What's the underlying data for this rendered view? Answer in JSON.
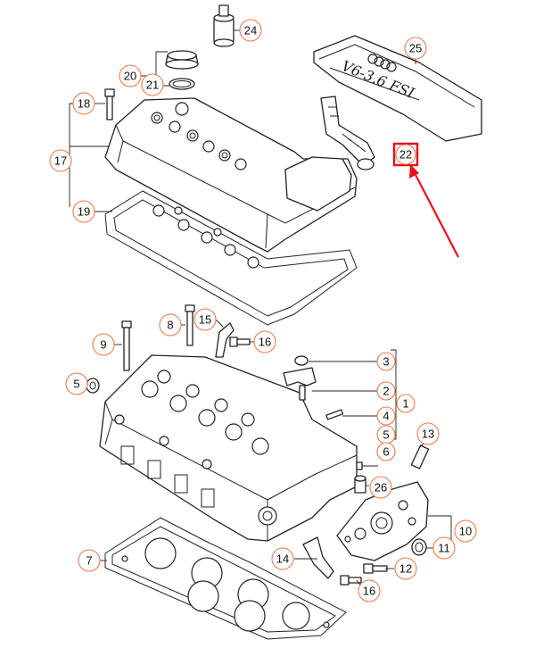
{
  "diagram": {
    "engine_cover_marking": "V6-3.6 FSI",
    "highlight_color": "#e8101a",
    "callout_ring_color": "#f07a4a",
    "callouts": [
      {
        "id": "c24",
        "label": "24"
      },
      {
        "id": "c25",
        "label": "25"
      },
      {
        "id": "c20",
        "label": "20"
      },
      {
        "id": "c21",
        "label": "21"
      },
      {
        "id": "c18",
        "label": "18"
      },
      {
        "id": "c17",
        "label": "17"
      },
      {
        "id": "c22",
        "label": "22"
      },
      {
        "id": "c19",
        "label": "19"
      },
      {
        "id": "c8",
        "label": "8"
      },
      {
        "id": "c15",
        "label": "15"
      },
      {
        "id": "c16a",
        "label": "16"
      },
      {
        "id": "c9",
        "label": "9"
      },
      {
        "id": "c3",
        "label": "3"
      },
      {
        "id": "c5a",
        "label": "5"
      },
      {
        "id": "c2",
        "label": "2"
      },
      {
        "id": "c1",
        "label": "1"
      },
      {
        "id": "c4",
        "label": "4"
      },
      {
        "id": "c13",
        "label": "13"
      },
      {
        "id": "c5b",
        "label": "5"
      },
      {
        "id": "c6",
        "label": "6"
      },
      {
        "id": "c26",
        "label": "26"
      },
      {
        "id": "c10",
        "label": "10"
      },
      {
        "id": "c7",
        "label": "7"
      },
      {
        "id": "c14",
        "label": "14"
      },
      {
        "id": "c12",
        "label": "12"
      },
      {
        "id": "c11",
        "label": "11"
      },
      {
        "id": "c16b",
        "label": "16"
      }
    ]
  }
}
